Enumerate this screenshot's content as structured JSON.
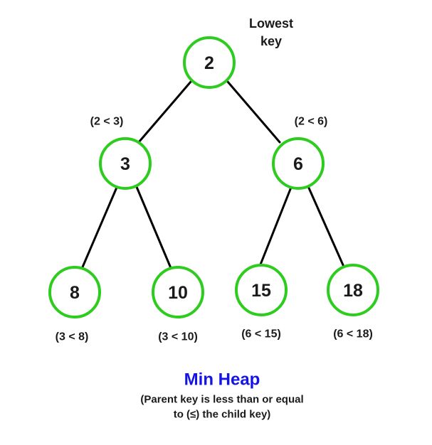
{
  "colors": {
    "node_stroke": "#2ecc1f",
    "edge": "#000000",
    "title": "#1414e6",
    "text": "#1a1a1a"
  },
  "annotation": {
    "line1": "Lowest",
    "line2": "key"
  },
  "nodes": [
    {
      "id": "n2",
      "value": "2"
    },
    {
      "id": "n3",
      "value": "3"
    },
    {
      "id": "n6",
      "value": "6"
    },
    {
      "id": "n8",
      "value": "8"
    },
    {
      "id": "n10",
      "value": "10"
    },
    {
      "id": "n15",
      "value": "15"
    },
    {
      "id": "n18",
      "value": "18"
    }
  ],
  "edges": [
    {
      "from": "n2",
      "to": "n3"
    },
    {
      "from": "n2",
      "to": "n6"
    },
    {
      "from": "n3",
      "to": "n8"
    },
    {
      "from": "n3",
      "to": "n10"
    },
    {
      "from": "n6",
      "to": "n15"
    },
    {
      "from": "n6",
      "to": "n18"
    }
  ],
  "comparisons": [
    {
      "id": "c23",
      "text": "(2 < 3)"
    },
    {
      "id": "c26",
      "text": "(2 < 6)"
    },
    {
      "id": "c38",
      "text": "(3 < 8)"
    },
    {
      "id": "c310",
      "text": "(3 < 10)"
    },
    {
      "id": "c615",
      "text": "(6 < 15)"
    },
    {
      "id": "c618",
      "text": "(6 < 18)"
    }
  ],
  "caption": {
    "title": "Min Heap",
    "line1": "(Parent key is less than or equal",
    "line2": "to (≤) the child key)"
  }
}
